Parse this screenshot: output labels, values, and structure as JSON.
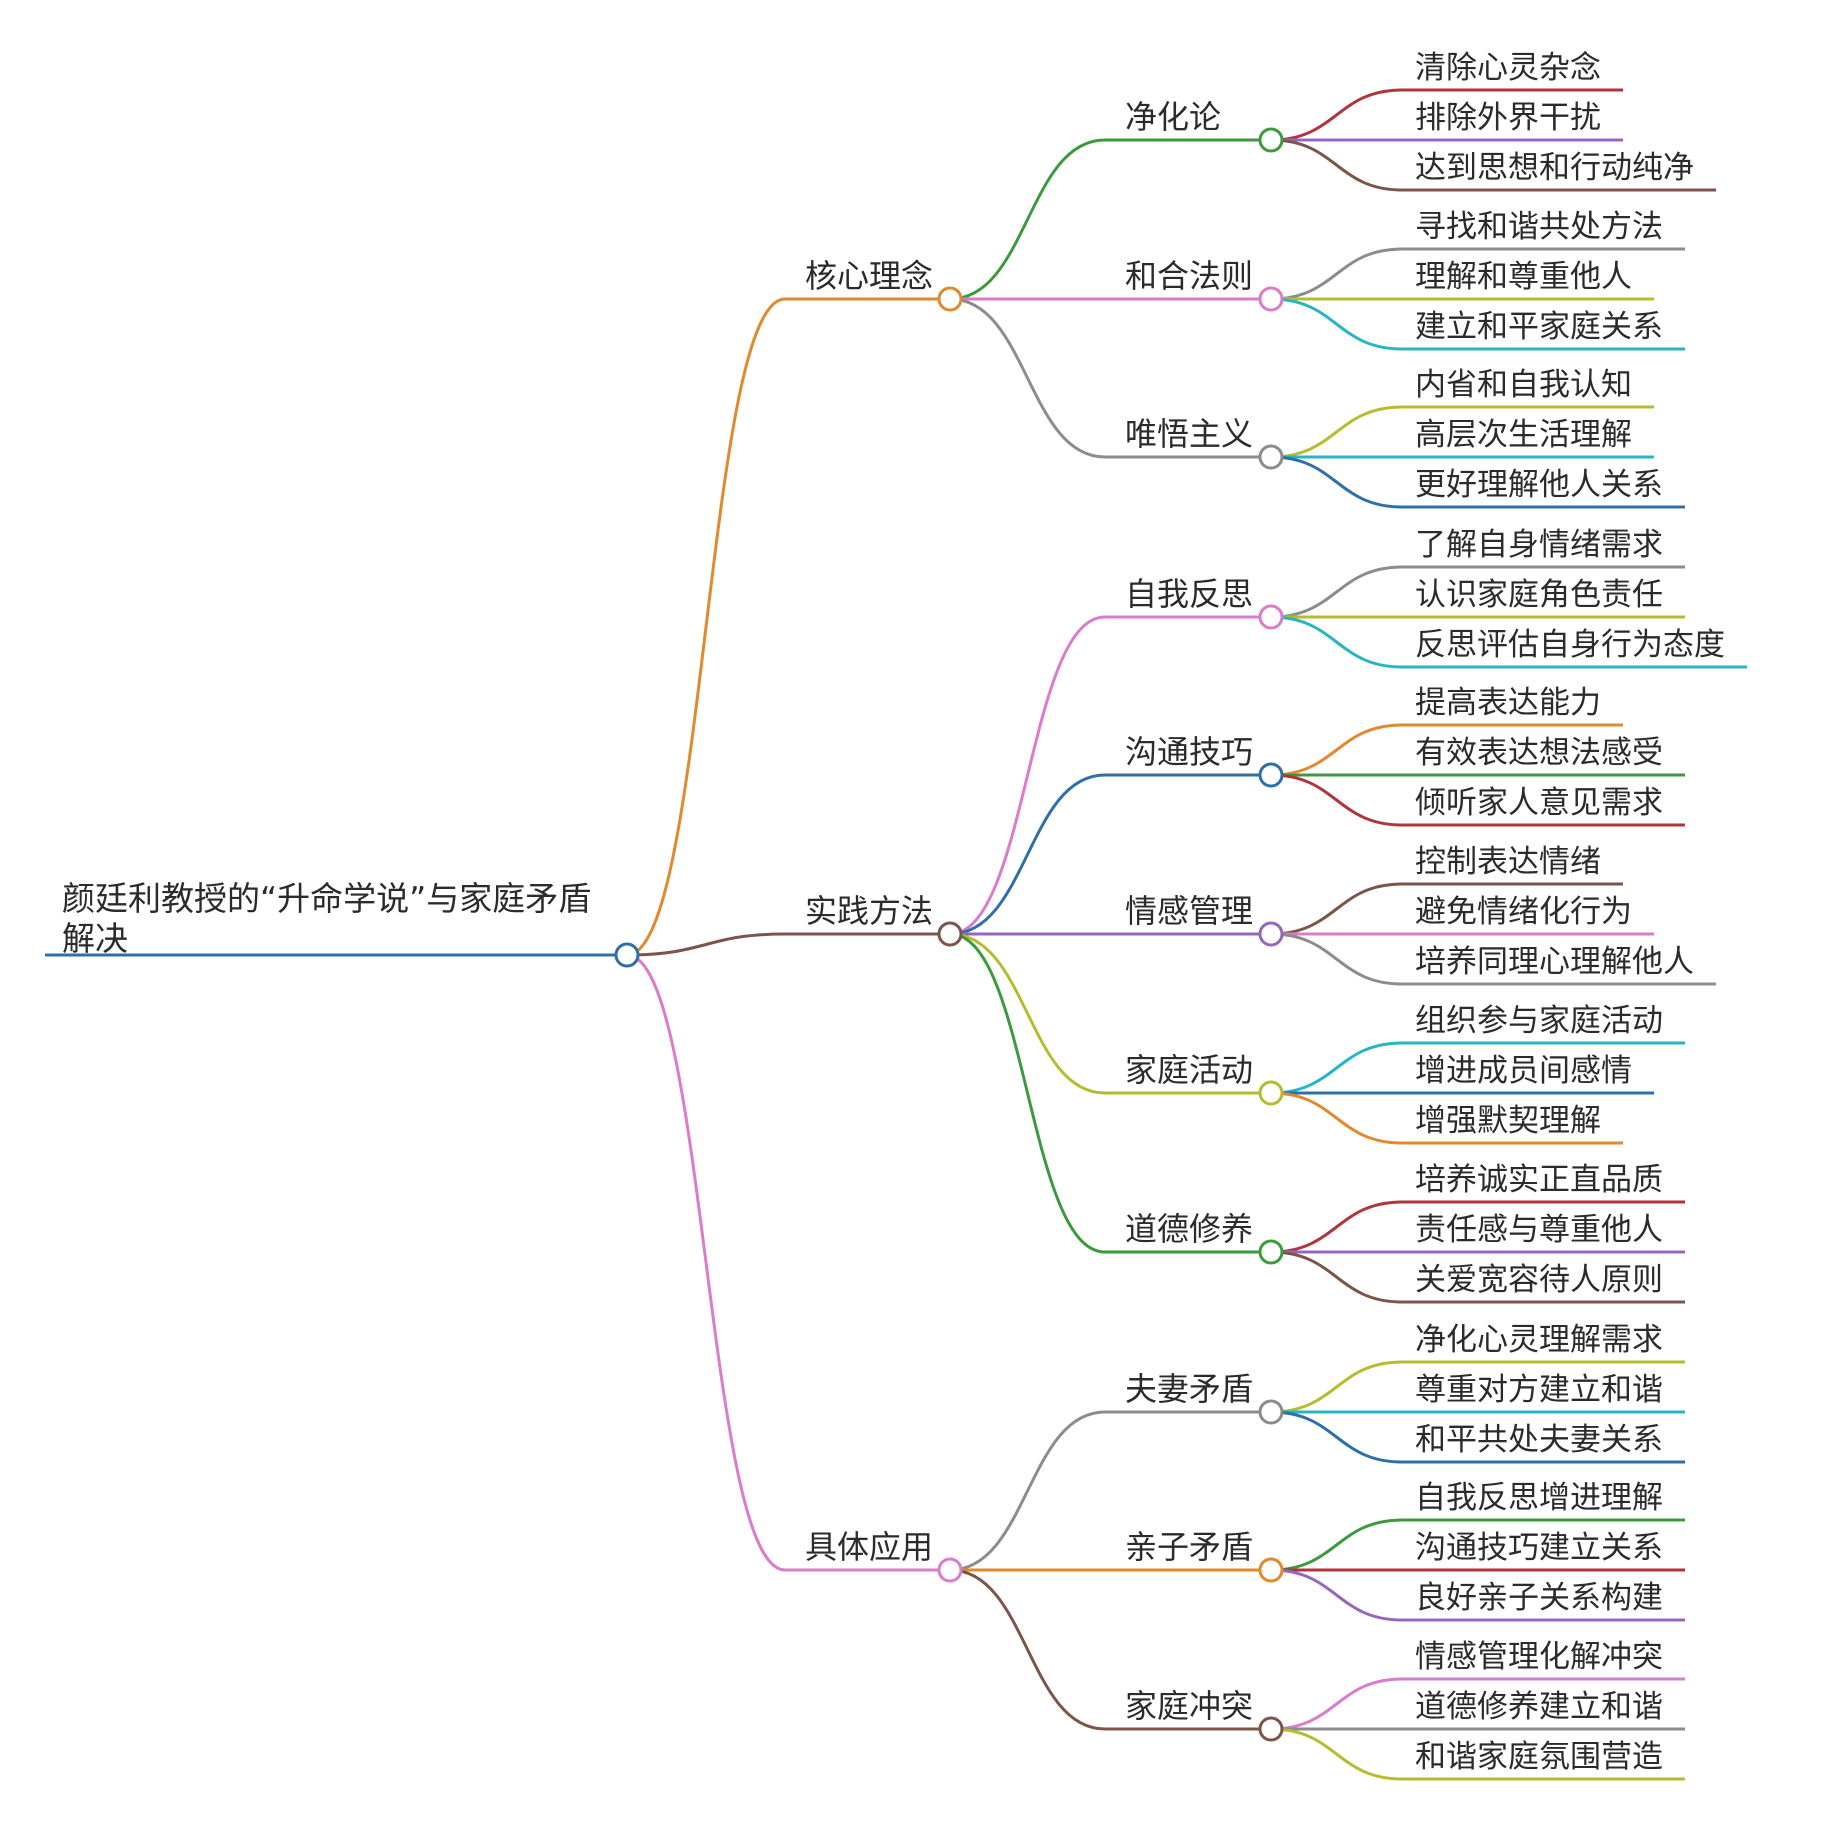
{
  "root": {
    "lines": [
      "颜廷利教授的“升命学说”与家庭矛盾",
      "解决"
    ],
    "color": "#2f6fa8"
  },
  "branches": [
    {
      "label": "核心理念",
      "color": "#e0892d",
      "children": [
        {
          "label": "净化论",
          "color": "#3c9a3c",
          "children": [
            {
              "label": "清除心灵杂念",
              "color": "#b0343e"
            },
            {
              "label": "排除外界干扰",
              "color": "#9467bd"
            },
            {
              "label": "达到思想和行动纯净",
              "color": "#7a5548"
            }
          ]
        },
        {
          "label": "和合法则",
          "color": "#d97ccb",
          "children": [
            {
              "label": "寻找和谐共处方法",
              "color": "#8c8c8c"
            },
            {
              "label": "理解和尊重他人",
              "color": "#b5bd2e"
            },
            {
              "label": "建立和平家庭关系",
              "color": "#27b5c4"
            }
          ]
        },
        {
          "label": "唯悟主义",
          "color": "#8c8c8c",
          "children": [
            {
              "label": "内省和自我认知",
              "color": "#b5bd2e"
            },
            {
              "label": "高层次生活理解",
              "color": "#27b5c4"
            },
            {
              "label": "更好理解他人关系",
              "color": "#2f6fa8"
            }
          ]
        }
      ]
    },
    {
      "label": "实践方法",
      "color": "#7a5548",
      "children": [
        {
          "label": "自我反思",
          "color": "#d97ccb",
          "children": [
            {
              "label": "了解自身情绪需求",
              "color": "#8c8c8c"
            },
            {
              "label": "认识家庭角色责任",
              "color": "#b5bd2e"
            },
            {
              "label": "反思评估自身行为态度",
              "color": "#27b5c4"
            }
          ]
        },
        {
          "label": "沟通技巧",
          "color": "#2f6fa8",
          "children": [
            {
              "label": "提高表达能力",
              "color": "#e0892d"
            },
            {
              "label": "有效表达想法感受",
              "color": "#3c9a3c"
            },
            {
              "label": "倾听家人意见需求",
              "color": "#b0343e"
            }
          ]
        },
        {
          "label": "情感管理",
          "color": "#9467bd",
          "children": [
            {
              "label": "控制表达情绪",
              "color": "#7a5548"
            },
            {
              "label": "避免情绪化行为",
              "color": "#d97ccb"
            },
            {
              "label": "培养同理心理解他人",
              "color": "#8c8c8c"
            }
          ]
        },
        {
          "label": "家庭活动",
          "color": "#b5bd2e",
          "children": [
            {
              "label": "组织参与家庭活动",
              "color": "#27b5c4"
            },
            {
              "label": "增进成员间感情",
              "color": "#2f6fa8"
            },
            {
              "label": "增强默契理解",
              "color": "#e0892d"
            }
          ]
        },
        {
          "label": "道德修养",
          "color": "#3c9a3c",
          "children": [
            {
              "label": "培养诚实正直品质",
              "color": "#b0343e"
            },
            {
              "label": "责任感与尊重他人",
              "color": "#9467bd"
            },
            {
              "label": "关爱宽容待人原则",
              "color": "#7a5548"
            }
          ]
        }
      ]
    },
    {
      "label": "具体应用",
      "color": "#d97ccb",
      "children": [
        {
          "label": "夫妻矛盾",
          "color": "#8c8c8c",
          "children": [
            {
              "label": "净化心灵理解需求",
              "color": "#b5bd2e"
            },
            {
              "label": "尊重对方建立和谐",
              "color": "#27b5c4"
            },
            {
              "label": "和平共处夫妻关系",
              "color": "#2f6fa8"
            }
          ]
        },
        {
          "label": "亲子矛盾",
          "color": "#e0892d",
          "children": [
            {
              "label": "自我反思增进理解",
              "color": "#3c9a3c"
            },
            {
              "label": "沟通技巧建立关系",
              "color": "#b0343e"
            },
            {
              "label": "良好亲子关系构建",
              "color": "#9467bd"
            }
          ]
        },
        {
          "label": "家庭冲突",
          "color": "#7a5548",
          "children": [
            {
              "label": "情感管理化解冲突",
              "color": "#d97ccb"
            },
            {
              "label": "道德修养建立和谐",
              "color": "#8c8c8c"
            },
            {
              "label": "和谐家庭氛围营造",
              "color": "#b5bd2e"
            }
          ]
        }
      ]
    }
  ]
}
